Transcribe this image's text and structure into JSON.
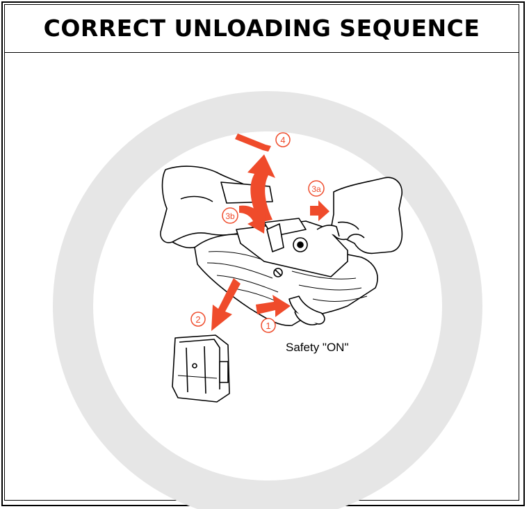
{
  "title": "CORRECT UNLOADING SEQUENCE",
  "steps": [
    {
      "label": "1"
    },
    {
      "label": "2"
    },
    {
      "label": "3a"
    },
    {
      "label": "3b"
    },
    {
      "label": "4"
    }
  ],
  "safety_label": "Safety \"ON\"",
  "colors": {
    "arrow": "#ef4b2b",
    "ring": "#e6e6e6",
    "line": "#000000"
  },
  "icons": [
    "rifle-drawing-icon",
    "magazine-icon",
    "left-hand-icon",
    "right-hand-icon",
    "cartridge-icon"
  ]
}
